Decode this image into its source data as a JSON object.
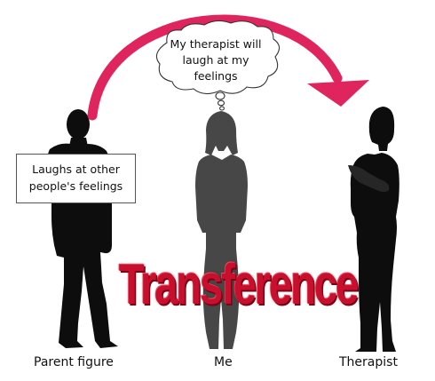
{
  "labels": {
    "parent": "Parent figure",
    "me": "Me",
    "therapist": "Therapist"
  },
  "parent_note": {
    "line1": "Laughs at other",
    "line2": "people's feelings"
  },
  "thought": {
    "line1": "My therapist will",
    "line2": "laugh at my",
    "line3": "feelings"
  },
  "title": "Transference",
  "colors": {
    "arrow": "#e0245e",
    "title": "#c8102e",
    "parent_figure": "#0d0d0d",
    "me_figure": "#474747",
    "therapist_figure": "#0d0d0d"
  },
  "icons": {
    "parent": "man-silhouette-icon",
    "me": "woman-silhouette-icon",
    "therapist": "woman-silhouette-arms-crossed-icon",
    "arrow": "curved-arrow-icon",
    "thought": "thought-bubble-icon"
  }
}
